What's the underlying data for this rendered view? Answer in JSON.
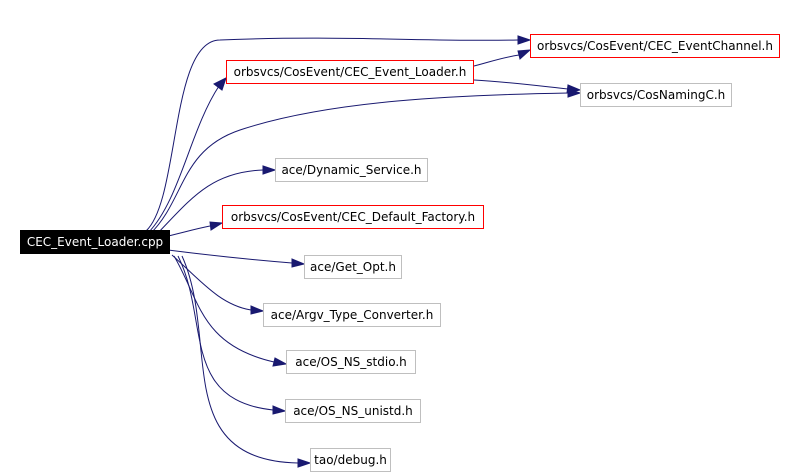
{
  "nodes": {
    "root": "CEC_Event_Loader.cpp",
    "event_channel": "orbsvcs/CosEvent/CEC_EventChannel.h",
    "event_loader_h": "orbsvcs/CosEvent/CEC_Event_Loader.h",
    "cos_naming": "orbsvcs/CosNamingC.h",
    "dynamic_service": "ace/Dynamic_Service.h",
    "default_factory": "orbsvcs/CosEvent/CEC_Default_Factory.h",
    "get_opt": "ace/Get_Opt.h",
    "argv_type_converter": "ace/Argv_Type_Converter.h",
    "os_ns_stdio": "ace/OS_NS_stdio.h",
    "os_ns_unistd": "ace/OS_NS_unistd.h",
    "tao_debug": "tao/debug.h"
  },
  "colors": {
    "edge": "#191970",
    "root_fill": "#000000",
    "highlight_border": "#ff0000",
    "normal_border": "#bfbfbf"
  }
}
